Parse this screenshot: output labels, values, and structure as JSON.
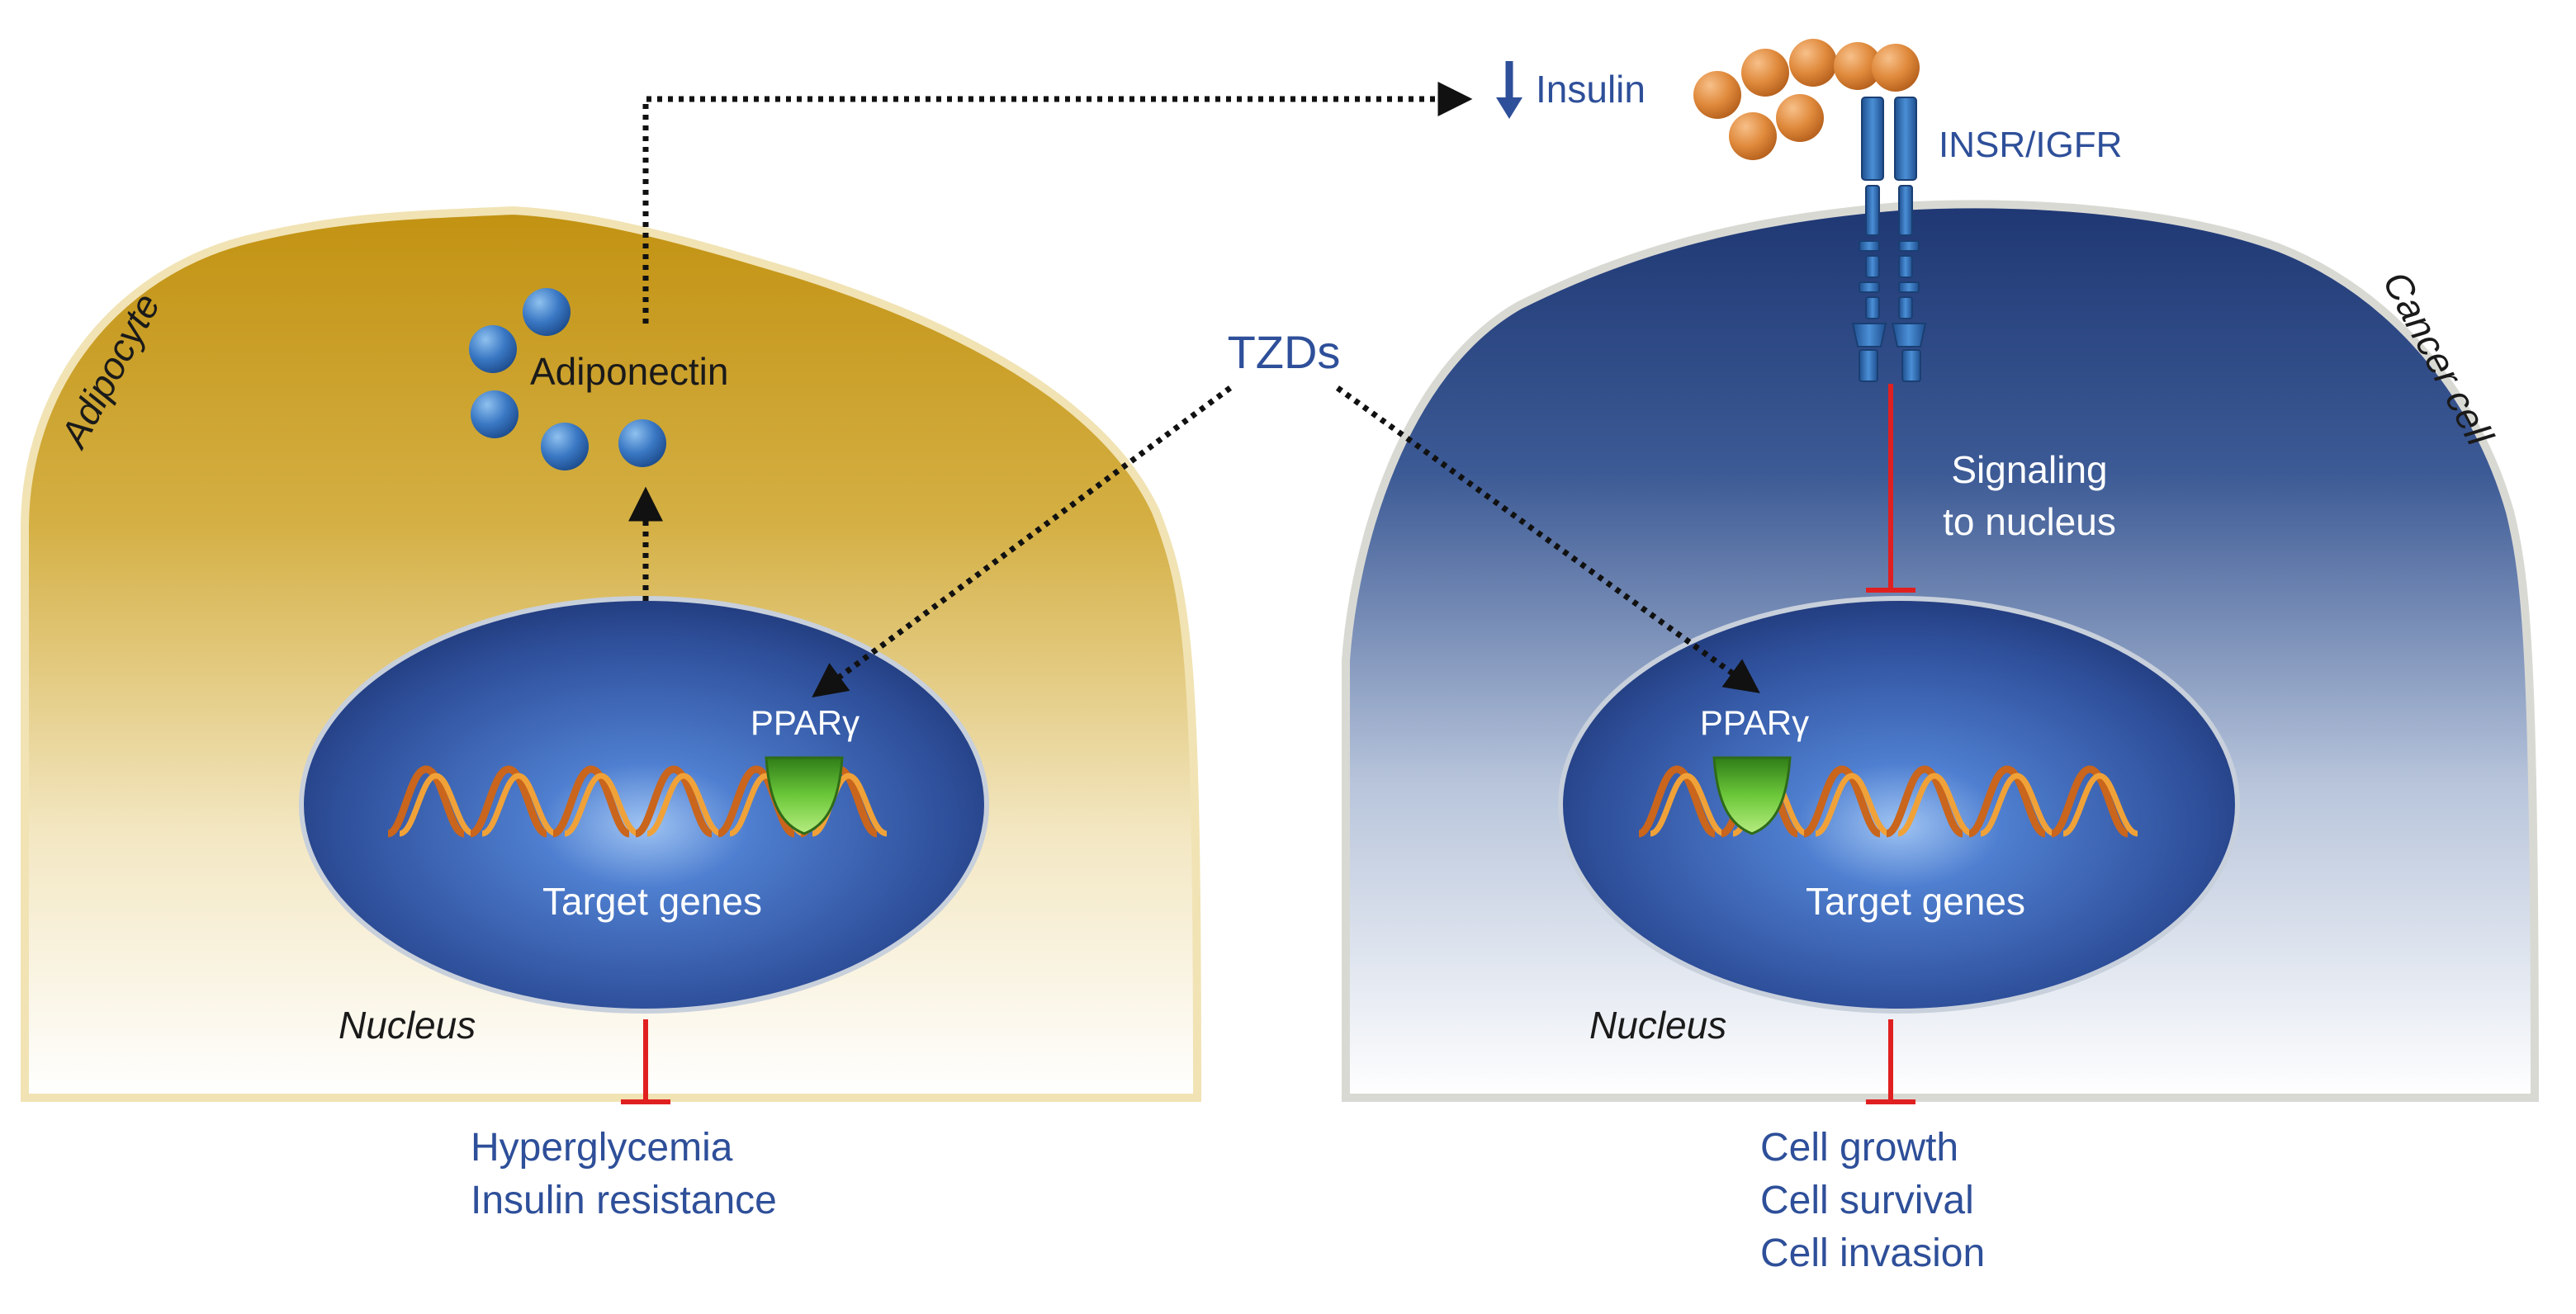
{
  "left_cell": {
    "cell_label": "Adipocyte",
    "secreted_factor": "Adiponectin",
    "receptor_label": "PPARγ",
    "genes_label": "Target genes",
    "nucleus_label": "Nucleus",
    "outcomes": [
      "Hyperglycemia",
      "Insulin resistance"
    ]
  },
  "drug_label": "TZDs",
  "insulin_label": "Insulin",
  "right_cell": {
    "cell_label": "Cancer cell",
    "receptor_complex_label": "INSR/IGFR",
    "signaling_label": [
      "Signaling",
      "to nucleus"
    ],
    "receptor_label": "PPARγ",
    "genes_label": "Target genes",
    "nucleus_label": "Nucleus",
    "outcomes": [
      "Cell growth",
      "Cell survival",
      "Cell invasion"
    ]
  },
  "colors": {
    "adipocyte_fill": "#c9a029",
    "cancer_cell_fill": "#233f7c",
    "nucleus_fill": "#3a62b5",
    "dna_strand": "#d2691e",
    "pparg_ligand": "#4caf2a",
    "inhibition": "#e02020",
    "label_blue": "#2e4f99",
    "insulin_particle": "#e08a3c",
    "adiponectin_particle": "#3a78c4"
  }
}
